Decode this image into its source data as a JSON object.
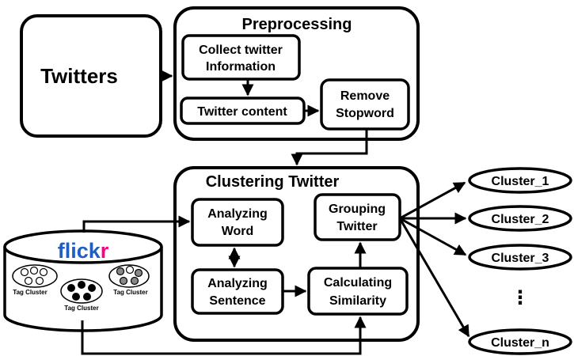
{
  "sources": {
    "twitters": "Twitters"
  },
  "preprocessing": {
    "title": "Preprocessing",
    "collect_line1": "Collect twitter",
    "collect_line2": "Information",
    "content": "Twitter content",
    "remove_line1": "Remove",
    "remove_line2": "Stopword"
  },
  "clustering": {
    "title": "Clustering Twitter",
    "word_line1": "Analyzing",
    "word_line2": "Word",
    "sentence_line1": "Analyzing",
    "sentence_line2": "Sentence",
    "grouping_line1": "Grouping",
    "grouping_line2": "Twitter",
    "similarity_line1": "Calculating",
    "similarity_line2": "Similarity"
  },
  "outputs": [
    "Cluster_1",
    "Cluster_2",
    "Cluster_3",
    "Cluster_n"
  ],
  "ellipsis": "⋮",
  "flickr": {
    "logo_part1": "flick",
    "logo_part2": "r",
    "tag_cluster_left": "Tag  Cluster",
    "tag_cluster_right": "Tag Cluster",
    "tag_cluster_middle": "Tag Cluster",
    "logo_blue": "#1f5fc4",
    "logo_pink": "#ff0084"
  }
}
